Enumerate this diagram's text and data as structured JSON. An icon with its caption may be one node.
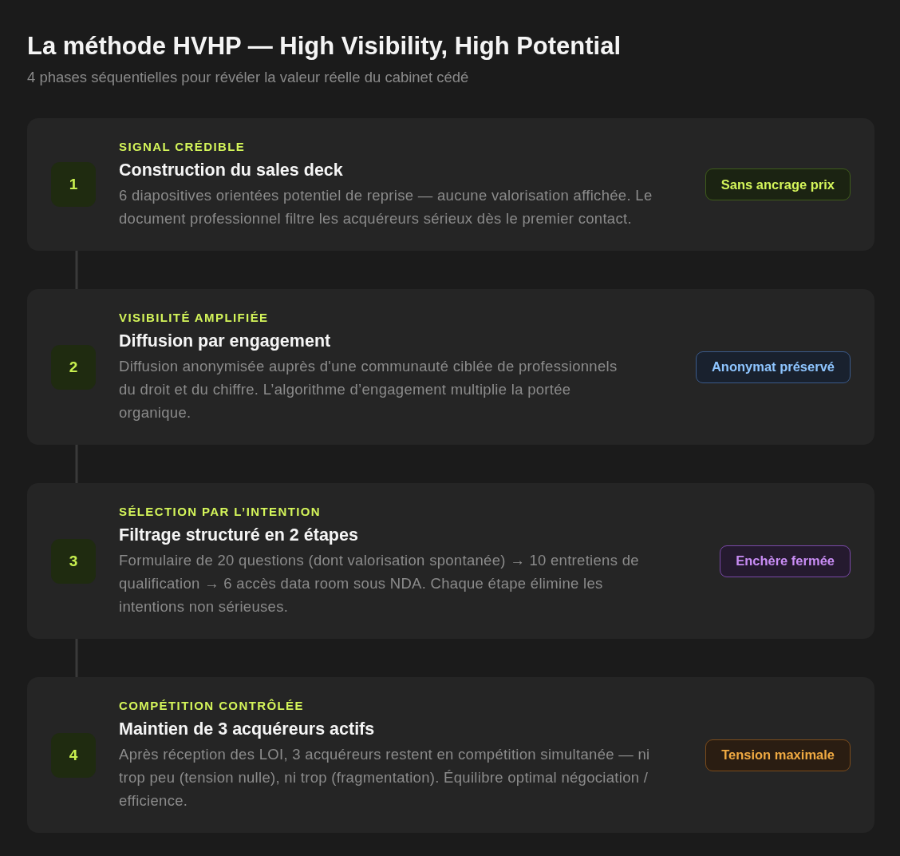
{
  "diagram": {
    "title": "La méthode HVHP — High Visibility, High Potential",
    "nodes": [
      {
        "text": [
          "SIGNAL CRÉDIBLE",
          "Construction du sales deck",
          "6 diapositives orientées potentiel de reprise — aucune valorisation affichée. Le document professionnel filtre les acquéreurs sérieux dès le premier contact."
        ]
      },
      {
        "text": [
          "1"
        ],
        "in": 0
      },
      {
        "text": [
          "Sans ancrage prix"
        ],
        "in": 0
      },
      {
        "text": [
          "VISIBILITÉ AMPLIFIÉE",
          "Diffusion par engagement",
          "Diffusion anonymisée auprès d'une communauté ciblée de professionnels du droit et du chiffre. L’algorithme d’engagement multiplie la portée organique."
        ]
      },
      {
        "text": [
          "2"
        ],
        "in": 3
      },
      {
        "text": [
          "Anonymat préservé"
        ],
        "in": 3
      },
      {
        "text": [
          "SÉLECTION PAR L’INTENTION",
          "Filtrage structuré en 2 étapes",
          "Formulaire de 20 questions (dont valorisation spontanée) → 10 entretiens de qualification → 6 accès data room sous NDA. Chaque étape élimine les intentions non sérieuses."
        ]
      },
      {
        "text": [
          "3"
        ],
        "in": 6
      },
      {
        "text": [
          "Enchère fermée"
        ],
        "in": 6
      },
      {
        "text": [
          "COMPÉTITION CONTRÔLÉE",
          "Maintien de 3 acquéreurs actifs",
          "Après réception des LOI, 3 acquéreurs restent en compétition simultanée — ni trop peu (tension nulle), ni trop (fragmentation). Équilibre optimal négociation / efficience."
        ]
      },
      {
        "text": [
          "4"
        ],
        "in": 9
      },
      {
        "text": [
          "Tension maximale"
        ],
        "in": 9
      }
    ],
    "edges": [
      {
        "from": 0,
        "to": 3,
        "arrow": "none"
      },
      {
        "from": 3,
        "to": 6,
        "arrow": "none"
      },
      {
        "from": 6,
        "to": 9,
        "arrow": "none"
      }
    ],
    "labels": [
      "4 phases séquentielles pour révéler la valeur réelle du cabinet cédé"
    ]
  }
}
